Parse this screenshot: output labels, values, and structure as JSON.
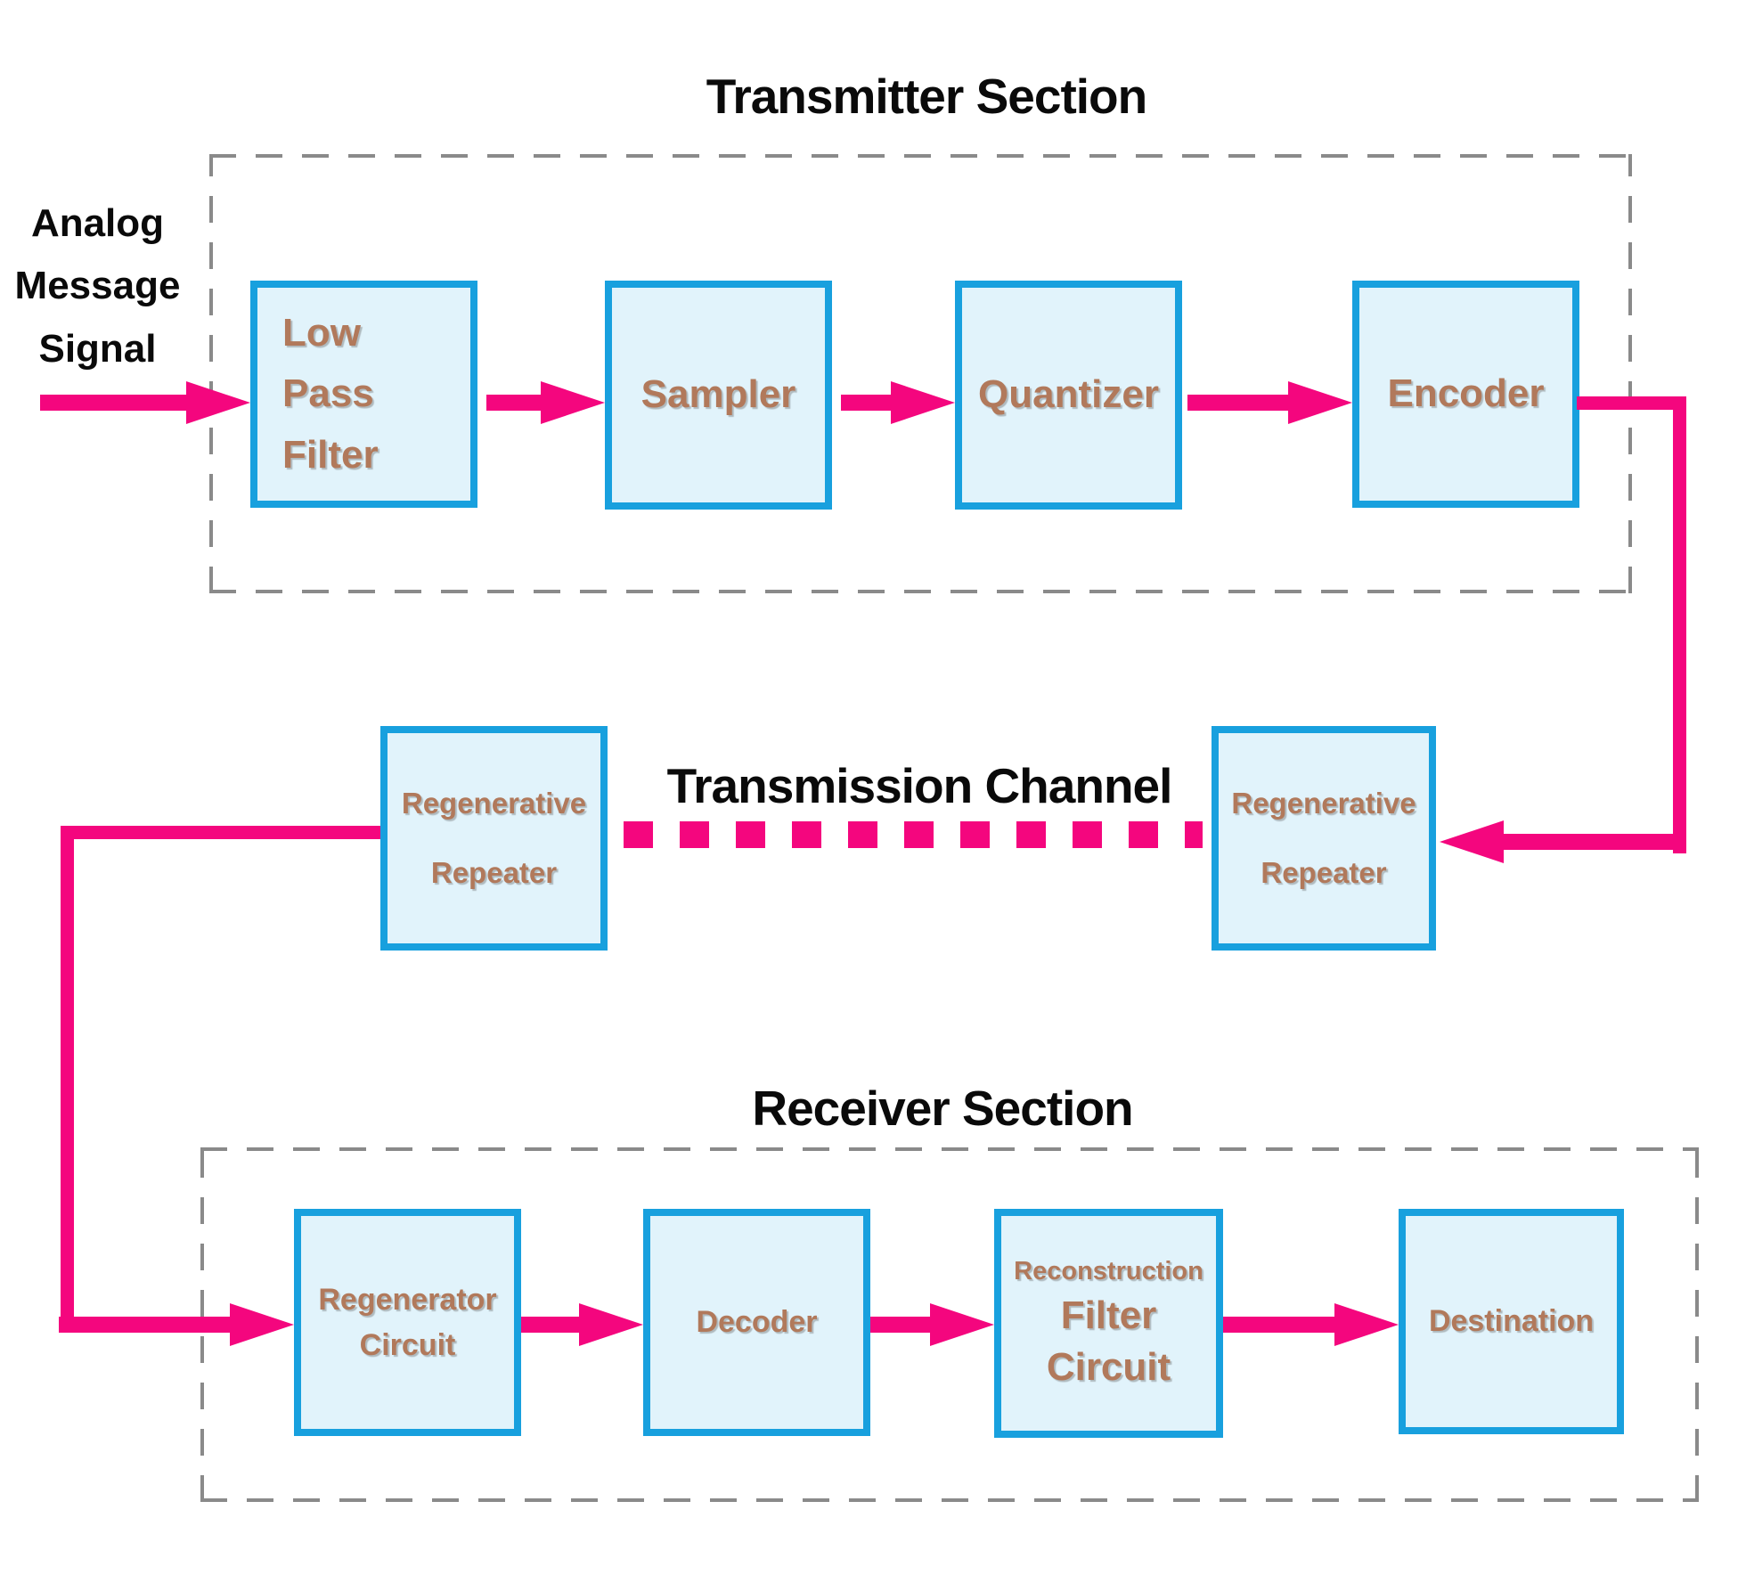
{
  "colors": {
    "accent_pink": "#F4067E",
    "box_border_blue": "#18A0DE",
    "box_fill_blue": "#E1F3FB",
    "label_brown": "#B1795B",
    "boundary_gray": "#8A8A8A",
    "title_black": "#0A0A0A"
  },
  "input_signal": {
    "lines": [
      "Analog",
      "Message",
      "Signal"
    ]
  },
  "transmitter": {
    "title": "Transmitter Section",
    "boxes": [
      {
        "name": "low-pass-filter",
        "lines": [
          "Low",
          "Pass",
          "Filter"
        ]
      },
      {
        "name": "sampler",
        "lines": [
          "Sampler"
        ]
      },
      {
        "name": "quantizer",
        "lines": [
          "Quantizer"
        ]
      },
      {
        "name": "encoder",
        "lines": [
          "Encoder"
        ]
      }
    ]
  },
  "channel": {
    "title": "Transmission Channel",
    "repeaters": [
      {
        "name": "regenerative-repeater-left",
        "lines": [
          "Regenerative",
          "Repeater"
        ]
      },
      {
        "name": "regenerative-repeater-right",
        "lines": [
          "Regenerative",
          "Repeater"
        ]
      }
    ]
  },
  "receiver": {
    "title": "Receiver Section",
    "boxes": [
      {
        "name": "regenerator-circuit",
        "lines": [
          "Regenerator",
          "Circuit"
        ]
      },
      {
        "name": "decoder",
        "lines": [
          "Decoder"
        ]
      },
      {
        "name": "reconstruction-filter-circuit",
        "lines": [
          "Reconstruction",
          "Filter",
          "Circuit"
        ]
      },
      {
        "name": "destination",
        "lines": [
          "Destination"
        ]
      }
    ]
  }
}
